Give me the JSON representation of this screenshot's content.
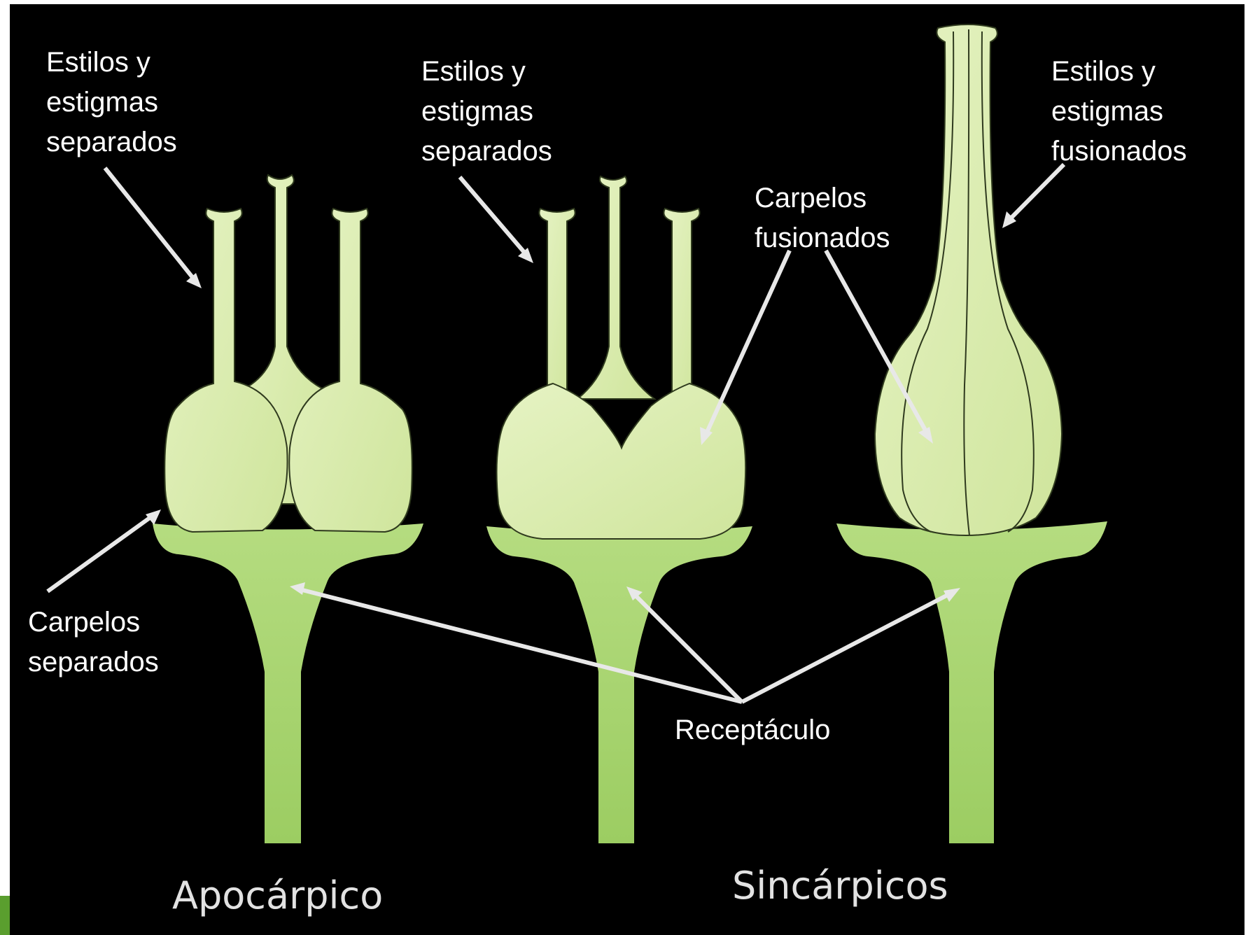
{
  "colors": {
    "background": "#000000",
    "carpel_light": "#e0f0b8",
    "carpel_mid": "#d2e8a2",
    "receptacle": "#a3d46a",
    "outline": "#2f3a1e",
    "arrow": "#e8e8e8",
    "text": "#ffffff",
    "caption": "#e2e2e2",
    "accent_corner": "#5a9e2e"
  },
  "labels": {
    "apo_styles": [
      "Estilos y",
      "estigmas",
      "separados"
    ],
    "mid_styles": [
      "Estilos y",
      "estigmas",
      "separados"
    ],
    "right_styles": [
      "Estilos y",
      "estigmas",
      "fusionados"
    ],
    "fused_carpels": [
      "Carpelos",
      "fusionados"
    ],
    "separate_carpels": [
      "Carpelos",
      "separados"
    ],
    "receptacle": "Receptáculo"
  },
  "captions": {
    "apocarpic": "Apocárpico",
    "syncarpic": "Sincárpicos"
  }
}
